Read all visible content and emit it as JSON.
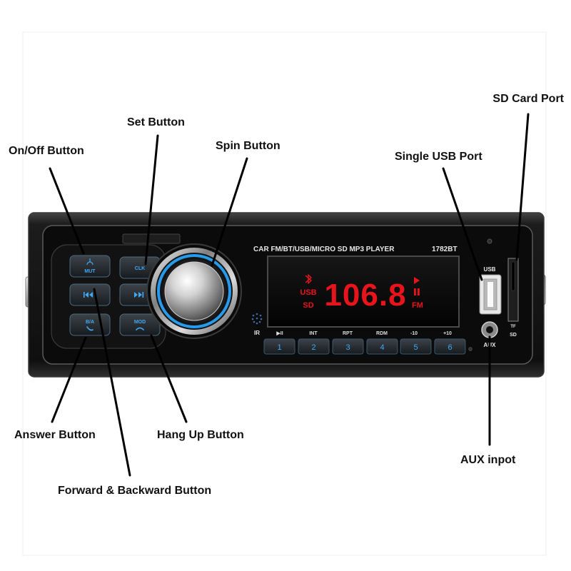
{
  "labels": {
    "sd_card_port": "SD Card Port",
    "set_button": "Set Button",
    "spin_button": "Spin Button",
    "on_off_button": "On/Off Button",
    "single_usb_port": "Single USB Port",
    "answer_button": "Answer Button",
    "hang_up_button": "Hang Up Button",
    "aux_input": "AUX inpot",
    "forward_backward_button": "Forward & Backward Button"
  },
  "device": {
    "title": "CAR FM/BT/USB/MICRO SD MP3 PLAYER",
    "model": "1782BT",
    "display": {
      "frequency": "106.8",
      "source_usb": "USB",
      "source_sd": "SD",
      "band": "FM",
      "icons": [
        "bluetooth-icon",
        "play-icon",
        "pause-icon"
      ]
    },
    "buttons": {
      "mute": "MUT",
      "clock": "CLK",
      "answer": "B/A",
      "mode": "MOD",
      "icons": [
        "power-icon",
        "previous-track-icon",
        "next-track-icon",
        "phone-answer-icon",
        "phone-hangup-icon"
      ]
    },
    "preset_labels": [
      "▶II",
      "INT",
      "RPT",
      "RDM",
      "-10",
      "+10"
    ],
    "presets": [
      "1",
      "2",
      "3",
      "4",
      "5",
      "6"
    ],
    "ir": "IR",
    "usb_port": "USB",
    "aux_port": "AUX",
    "sd_slot": [
      "TF",
      "SD"
    ]
  },
  "colors": {
    "accent_blue": "#3fa9f5",
    "display_red": "#e8141c",
    "body": "#141414",
    "leader_lines": "#000000"
  }
}
